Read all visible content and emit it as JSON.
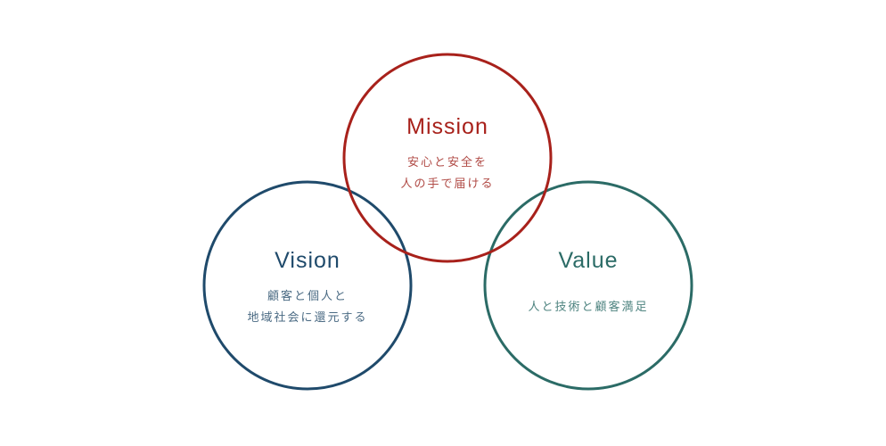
{
  "colors": {
    "mission": "#a8211b",
    "vision": "#1f4a6b",
    "value": "#2b6b66"
  },
  "mission": {
    "title": "Mission",
    "lines": [
      "安心と安全を",
      "人の手で届ける"
    ]
  },
  "vision": {
    "title": "Vision",
    "lines": [
      "顧客と個人と",
      "地域社会に還元する"
    ]
  },
  "value": {
    "title": "Value",
    "lines": [
      "人と技術と顧客満足"
    ]
  }
}
